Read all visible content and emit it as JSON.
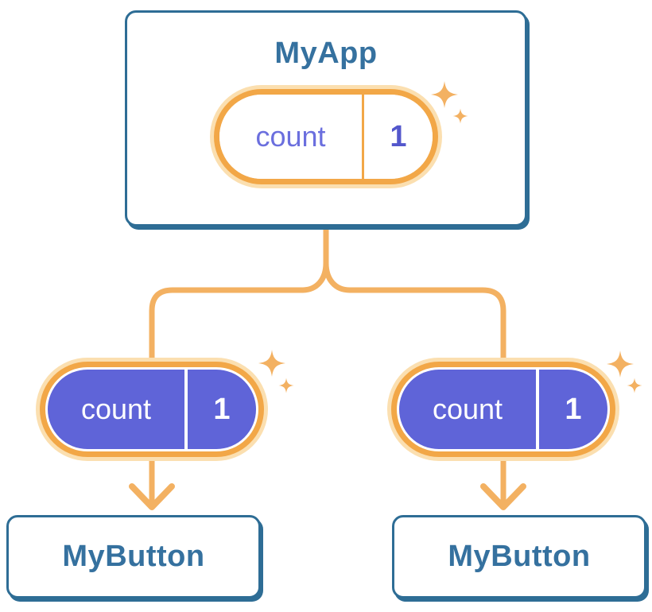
{
  "diagram": {
    "root": {
      "label": "MyApp",
      "state_pill": {
        "key": "count",
        "value": "1"
      }
    },
    "children": [
      {
        "label": "MyButton",
        "props_pill": {
          "key": "count",
          "value": "1"
        }
      },
      {
        "label": "MyButton",
        "props_pill": {
          "key": "count",
          "value": "1"
        }
      }
    ]
  },
  "icons": {
    "sparkle": "sparkle-icon",
    "arrow": "arrow-down-icon"
  },
  "colors": {
    "blue_border": "#2E6D95",
    "blue_text": "#35719F",
    "orange_border": "#F2A747",
    "orange_glow": "#FBDFB0",
    "orange_line": "#F3B162",
    "purple_fill": "#5F64D8",
    "purple_text": "#6B6FDE",
    "purple_value": "#5357CC",
    "node_background": "#FFFFFF"
  }
}
